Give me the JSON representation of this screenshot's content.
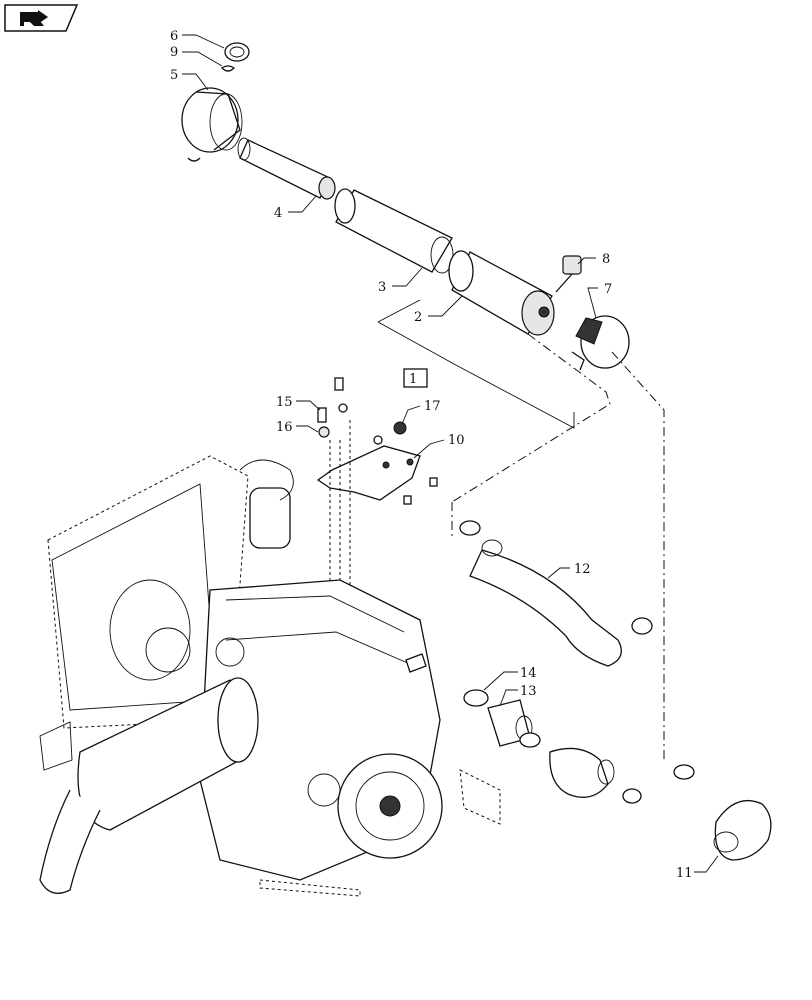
{
  "nav": {
    "icon": "back-arrow-flag-icon"
  },
  "callouts": [
    "1",
    "2",
    "3",
    "4",
    "5",
    "6",
    "7",
    "8",
    "9",
    "10",
    "11",
    "12",
    "13",
    "14",
    "15",
    "16",
    "17"
  ],
  "colors": {
    "line": "#111111",
    "background": "#ffffff"
  }
}
